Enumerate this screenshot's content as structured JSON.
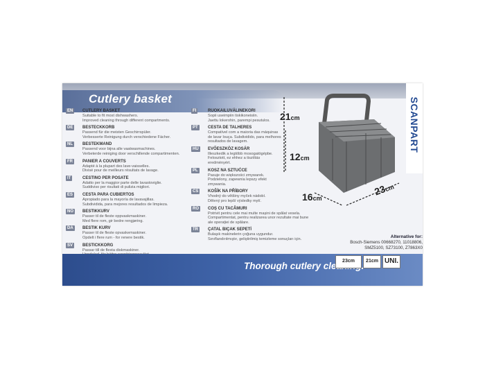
{
  "title": "Cutlery basket",
  "brand": "SCANPART",
  "slogan": "Thorough cutlery cleaning.",
  "languages_left": [
    {
      "code": "EN",
      "head": "CUTLERY BASKET",
      "lines": [
        "Suitable to fit most dishwashers.",
        "Improved cleaning through different compartments."
      ]
    },
    {
      "code": "DE",
      "head": "BESTECKKORB",
      "lines": [
        "Passend für die meisten Geschirrspüler.",
        "Verbesserte Reinigung durch verschiedene Fächer."
      ]
    },
    {
      "code": "NL",
      "head": "BESTEKMAND",
      "lines": [
        "Passend voor bijna alle vaatwasmachines.",
        "Verbeterde reiniging door verschillende compartimenten."
      ]
    },
    {
      "code": "FR",
      "head": "PANIER A COUVERTS",
      "lines": [
        "Adapté à la plupart des lave-vaisselles.",
        "Divisé pour de meilleurs résultats de lavage."
      ]
    },
    {
      "code": "IT",
      "head": "CESTINO PER POSATE",
      "lines": [
        "Adatto per la maggior parte delle lavastoviglie.",
        "Suddiviso per risultati di pulizia migliori."
      ]
    },
    {
      "code": "ES",
      "head": "CESTA PARA CUBIERTOS",
      "lines": [
        "Apropiado para la mayoría de lavavajillas.",
        "Subdividida, para mejores resultados de limpieza."
      ]
    },
    {
      "code": "NO",
      "head": "BESTIKKURV",
      "lines": [
        "Passer til de fleste oppvaskmaskiner.",
        "Med flere rom, gir bedre rengjøring."
      ]
    },
    {
      "code": "DA",
      "head": "BESTIK KURV",
      "lines": [
        "Passer til de fleste opvaskemaskiner.",
        "Opdelt i flere rum - for renere bestik."
      ]
    },
    {
      "code": "SV",
      "head": "BESTICKKORG",
      "lines": [
        "Passar till de flesta diskmaskiner.",
        "Uppdelad, för bättre rengöringsresultat."
      ]
    }
  ],
  "languages_right": [
    {
      "code": "FI",
      "head": "RUOKAILUVÄLINEKORI",
      "lines": [
        "Sopii useimpiin tiskikoneisiin.",
        "Jaettu lokerohin, parempi pesutulos."
      ]
    },
    {
      "code": "PT",
      "head": "CESTA DE TALHERES",
      "lines": [
        "Compatível com a maioria das máquinas",
        "de lavar louça. Subdividido, para melhores",
        "resultados de lavagem."
      ]
    },
    {
      "code": "HU",
      "head": "EVŐESZKÖZ KOSÁR",
      "lines": [
        "Illeszkedik a legtöbb mosogatógépbe.",
        "Felosztott, ez ehhez a tisztítás",
        "eredményért."
      ]
    },
    {
      "code": "PL",
      "head": "KOSZ NA SZTUĆCE",
      "lines": [
        "Pasuje do większości zmywarek.",
        "Podzielony, zapewnia lepszy efekt",
        "zmywania."
      ]
    },
    {
      "code": "CS",
      "head": "KOŠÍK NA PŘÍBORY",
      "lines": [
        "Vhodný do většiny myček nádobí.",
        "Dělený pro lepší výsledky mytí."
      ]
    },
    {
      "code": "RO",
      "head": "COȘ CU TACÂMURI",
      "lines": [
        "Potrivit pentru cele mai multe mașini de spălat vesela.",
        "Compartimentat, pentru realizarea unor rezultate mai bune",
        "ale operației de spălare."
      ]
    },
    {
      "code": "TR",
      "head": "ÇATAL BIÇAK SEPETİ",
      "lines": [
        "Bulaşık makinelerin çoğuna uygundur.",
        "Sınıflandırılmıştır, geliştirilmiş temizleme sonuçları için."
      ]
    }
  ],
  "dimensions": {
    "height": "21",
    "inner_height": "12",
    "depth": "16",
    "width": "23",
    "unit": "cm"
  },
  "alternative": {
    "label": "Alternative for:",
    "lines": [
      "Bosch-Siemens 00668270, 11018806,",
      "SMZ5100, SZ73100, Z7863X0"
    ]
  },
  "icons": {
    "width": "23cm",
    "height": "21cm",
    "uni": "UNI."
  }
}
